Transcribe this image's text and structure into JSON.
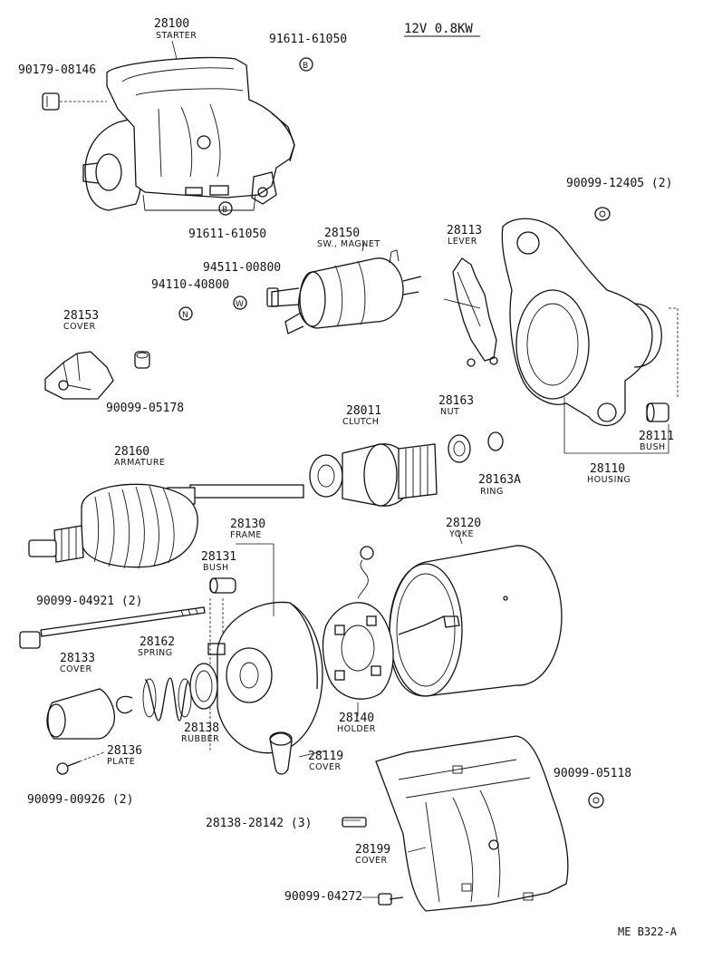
{
  "header": {
    "spec": "12V 0.8KW"
  },
  "footer": {
    "code": "ME B322-A"
  },
  "parts": [
    {
      "id": "p28100",
      "number": "28100",
      "name": "STARTER"
    },
    {
      "id": "p91611a",
      "number": "91611-61050",
      "name": "",
      "marker": "B"
    },
    {
      "id": "p90179",
      "number": "90179-08146",
      "name": ""
    },
    {
      "id": "p91611b",
      "number": "91611-61050",
      "name": "",
      "marker": "B"
    },
    {
      "id": "p90099_12405",
      "number": "90099-12405 (2)",
      "name": ""
    },
    {
      "id": "p28150",
      "number": "28150",
      "name": "SW., MAGNET"
    },
    {
      "id": "p28113",
      "number": "28113",
      "name": "LEVER"
    },
    {
      "id": "p94511",
      "number": "94511-00800",
      "name": "",
      "marker": "W"
    },
    {
      "id": "p94110",
      "number": "94110-40800",
      "name": "",
      "marker": "N"
    },
    {
      "id": "p28153",
      "number": "28153",
      "name": "COVER"
    },
    {
      "id": "p90099_05178",
      "number": "90099-05178",
      "name": ""
    },
    {
      "id": "p28011",
      "number": "28011",
      "name": "CLUTCH"
    },
    {
      "id": "p28163",
      "number": "28163",
      "name": "NUT"
    },
    {
      "id": "p28111",
      "number": "28111",
      "name": "BUSH"
    },
    {
      "id": "p28163A",
      "number": "28163A",
      "name": "RING"
    },
    {
      "id": "p28110",
      "number": "28110",
      "name": "HOUSING"
    },
    {
      "id": "p28160",
      "number": "28160",
      "name": "ARMATURE"
    },
    {
      "id": "p28130",
      "number": "28130",
      "name": "FRAME"
    },
    {
      "id": "p28120",
      "number": "28120",
      "name": "YOKE"
    },
    {
      "id": "p28131",
      "number": "28131",
      "name": "BUSH"
    },
    {
      "id": "p90099_04921",
      "number": "90099-04921 (2)",
      "name": ""
    },
    {
      "id": "p28133",
      "number": "28133",
      "name": "COVER"
    },
    {
      "id": "p28162",
      "number": "28162",
      "name": "SPRING"
    },
    {
      "id": "p28138",
      "number": "28138",
      "name": "RUBBER"
    },
    {
      "id": "p28140",
      "number": "28140",
      "name": "HOLDER"
    },
    {
      "id": "p28136",
      "number": "28136",
      "name": "PLATE"
    },
    {
      "id": "p28119",
      "number": "28119",
      "name": "COVER"
    },
    {
      "id": "p90099_00926",
      "number": "90099-00926 (2)",
      "name": ""
    },
    {
      "id": "p90099_05118",
      "number": "90099-05118",
      "name": ""
    },
    {
      "id": "p28138_28142",
      "number": "28138-28142 (3)",
      "name": ""
    },
    {
      "id": "p28199",
      "number": "28199",
      "name": "COVER"
    },
    {
      "id": "p90099_04272",
      "number": "90099-04272",
      "name": ""
    }
  ]
}
